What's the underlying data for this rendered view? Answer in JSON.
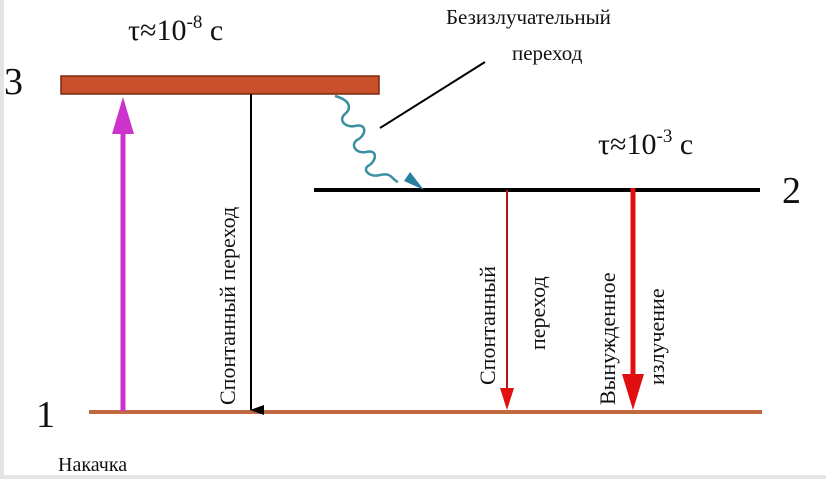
{
  "levels": [
    {
      "id": "1",
      "label": "1"
    },
    {
      "id": "2",
      "label": "2"
    },
    {
      "id": "3",
      "label": "3"
    }
  ],
  "lifetimes": {
    "level3": {
      "prefix": "τ≈10",
      "exp": "-8",
      "unit": " с"
    },
    "level2": {
      "prefix": "τ≈10",
      "exp": "-3",
      "unit": " с"
    }
  },
  "labels": {
    "nonradiative_line1": "Безизлучательный",
    "nonradiative_line2": "переход",
    "spontaneous_3_1": "Спонтанный переход",
    "spontaneous_2_1_line1": "Спонтанный",
    "spontaneous_2_1_line2": "переход",
    "stimulated_line1": "Вынужденное",
    "stimulated_line2": "излучение",
    "pump": "Накачка"
  },
  "colors": {
    "level3": "#c8502a",
    "level1": "#c0683f",
    "level2": "#000000",
    "pump": "#cc33cc",
    "spontaneous_3_1": "#000000",
    "spontaneous_2_1": "#e01010",
    "stimulated": "#e01010",
    "nonradiative": "#3a8fa0"
  }
}
